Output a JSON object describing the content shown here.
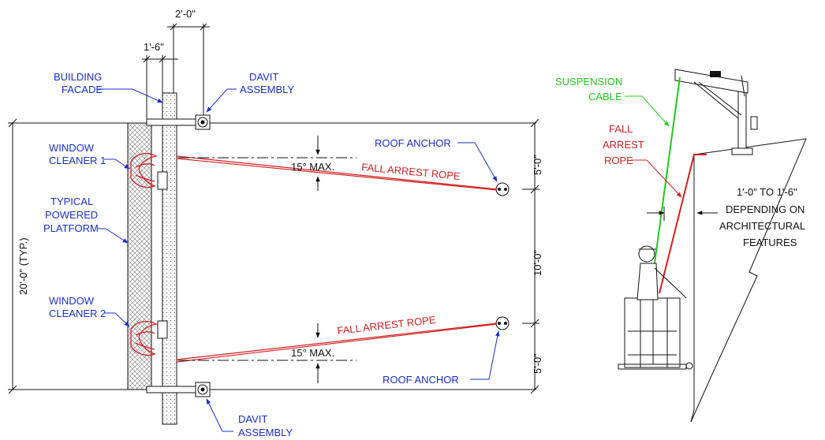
{
  "dimensions": {
    "top_offset": "2'-0\"",
    "platform_width": "1'-6\"",
    "overall_height": "20'-0\" (TYP.)",
    "top_anchor_drop": "5'-0\"",
    "middle_spacing": "10'-0\"",
    "bottom_anchor_rise": "5'-0\"",
    "angle_top": "15° MAX.",
    "angle_bottom": "15° MAX."
  },
  "labels": {
    "building_facade": [
      "BUILDING",
      "FACADE"
    ],
    "davit_top": [
      "DAVIT",
      "ASSEMBLY"
    ],
    "davit_bottom": [
      "DAVIT",
      "ASSEMBLY"
    ],
    "window_cleaner_1": [
      "WINDOW",
      "CLEANER 1"
    ],
    "window_cleaner_2": [
      "WINDOW",
      "CLEANER 2"
    ],
    "typical_platform": [
      "TYPICAL",
      "POWERED",
      "PLATFORM"
    ],
    "roof_anchor_top": "ROOF ANCHOR",
    "roof_anchor_bottom": "ROOF ANCHOR",
    "fall_arrest_rope_top": "FALL ARREST ROPE",
    "fall_arrest_rope_bottom": "FALL ARREST ROPE",
    "suspension_cable": [
      "SUSPENSION",
      "CABLE"
    ],
    "fall_arrest_rope_side": [
      "FALL",
      "ARREST",
      "ROPE"
    ],
    "offset_note": [
      "1'-0\" TO 1'-6\"",
      "DEPENDING ON",
      "ARCHITECTURAL",
      "FEATURES"
    ]
  },
  "colors": {
    "label_blue": "#1a2fc8",
    "rope_red": "#d42020",
    "cable_green": "#22c81e",
    "linework": "#111111"
  }
}
